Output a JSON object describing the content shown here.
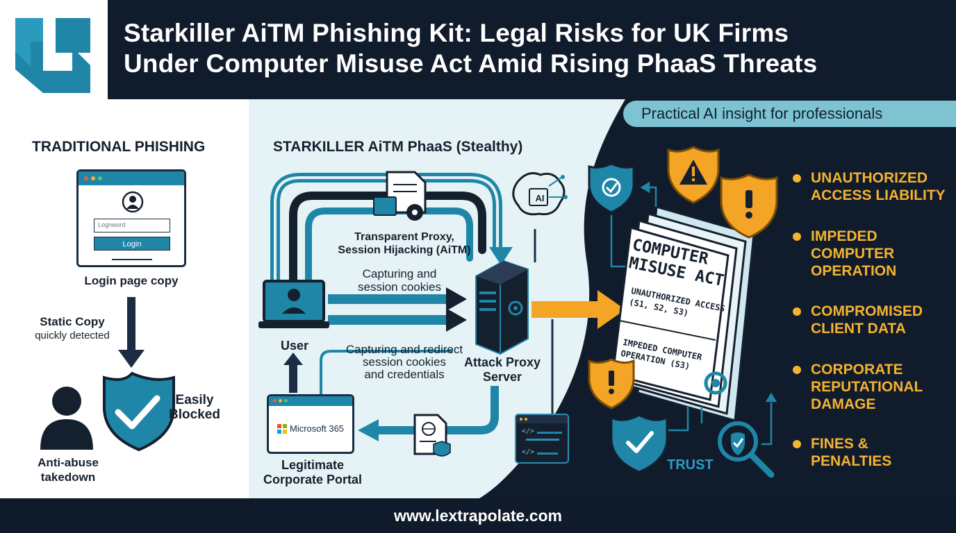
{
  "header": {
    "title_line1": "Starkiller AiTM Phishing Kit: Legal Risks for UK Firms",
    "title_line2": "Under Computer Misuse Act Amid Rising PhaaS Threats",
    "logo_icon": "lextrapolate-logo-icon"
  },
  "tagline": "Practical AI insight for professionals",
  "traditional": {
    "heading": "TRADITIONAL PHISHING",
    "login_field_placeholder": "Lognword",
    "login_button": "Login",
    "login_caption": "Login page copy",
    "static_copy": "Static Copy",
    "quickly_detected": "quickly detected",
    "easily": "Easily",
    "blocked": "Blocked",
    "anti_abuse": "Anti-abuse",
    "takedown": "takedown"
  },
  "starkiller": {
    "heading": "STARKILLER AiTM PhaaS (Stealthy)",
    "proxy_line1": "Transparent Proxy,",
    "proxy_line2": "Session Hijacking (AiTM)",
    "capturing1_line1": "Capturing and",
    "capturing1_line2": "session cookies",
    "capturing2_line1": "Capturing and redirect",
    "capturing2_line2": "session cookies",
    "capturing2_line3": "and credentials",
    "user": "User",
    "server_line1": "Attack Proxy",
    "server_line2": "Server",
    "portal_line1": "Legitimate",
    "portal_line2": "Corporate Portal",
    "ms365": "Microsoft 365",
    "ai_chip": "AI",
    "code_lines": [
      "</>",
      "</>"
    ]
  },
  "act_document": {
    "title_line1": "COMPUTER",
    "title_line2": "MISUSE ACT",
    "s1_line1": "UNAUTHORIZED ACCESS",
    "s1_line2": "(S1, S2, S3)",
    "s2_line1": "IMPEDED COMPUTER",
    "s2_line2": "OPERATION (S3)",
    "trust": "TRUST"
  },
  "risks": [
    {
      "line1": "UNAUTHORIZED",
      "line2": "ACCESS LIABILITY"
    },
    {
      "line1": "IMPEDED",
      "line2": "COMPUTER",
      "line3": "OPERATION"
    },
    {
      "line1": "COMPROMISED",
      "line2": "CLIENT DATA"
    },
    {
      "line1": "CORPORATE",
      "line2": "REPUTATIONAL",
      "line3": "DAMAGE"
    },
    {
      "line1": "FINES &",
      "line2": "PENALTIES"
    }
  ],
  "footer": {
    "url": "www.lextrapolate.com"
  },
  "colors": {
    "navy": "#101b2b",
    "teal": "#1f86a8",
    "light_teal": "#7ec3d2",
    "panel_bg": "#e6f3f6",
    "orange": "#f4a526",
    "risk_text": "#f4b330"
  }
}
